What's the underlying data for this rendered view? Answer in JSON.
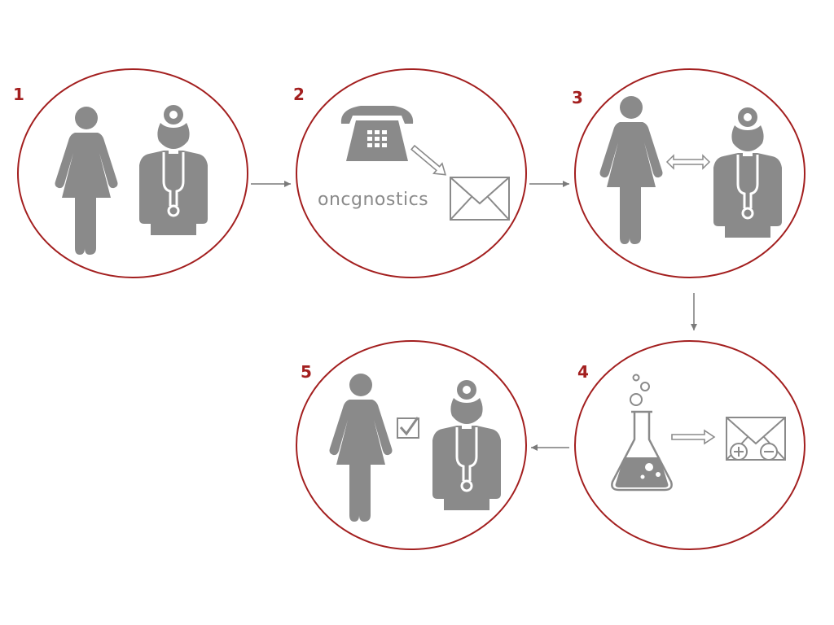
{
  "colors": {
    "accent": "#a31f1f",
    "icon": "#8a8a8a",
    "arrow": "#7a7a7a",
    "text": "#8a8a8a"
  },
  "steps": [
    {
      "number": "1",
      "icons": [
        "woman-icon",
        "doctor-icon"
      ]
    },
    {
      "number": "2",
      "icons": [
        "telephone-icon",
        "arrow-icon",
        "envelope-icon"
      ],
      "brand": "oncgnostics"
    },
    {
      "number": "3",
      "icons": [
        "woman-icon",
        "double-arrow-icon",
        "doctor-icon"
      ]
    },
    {
      "number": "4",
      "icons": [
        "flask-icon",
        "arrow-icon",
        "envelope-plus-minus-icon"
      ]
    },
    {
      "number": "5",
      "icons": [
        "woman-icon",
        "checkbox-icon",
        "doctor-icon"
      ]
    }
  ],
  "flow": [
    "1",
    "2",
    "3",
    "4",
    "5"
  ]
}
